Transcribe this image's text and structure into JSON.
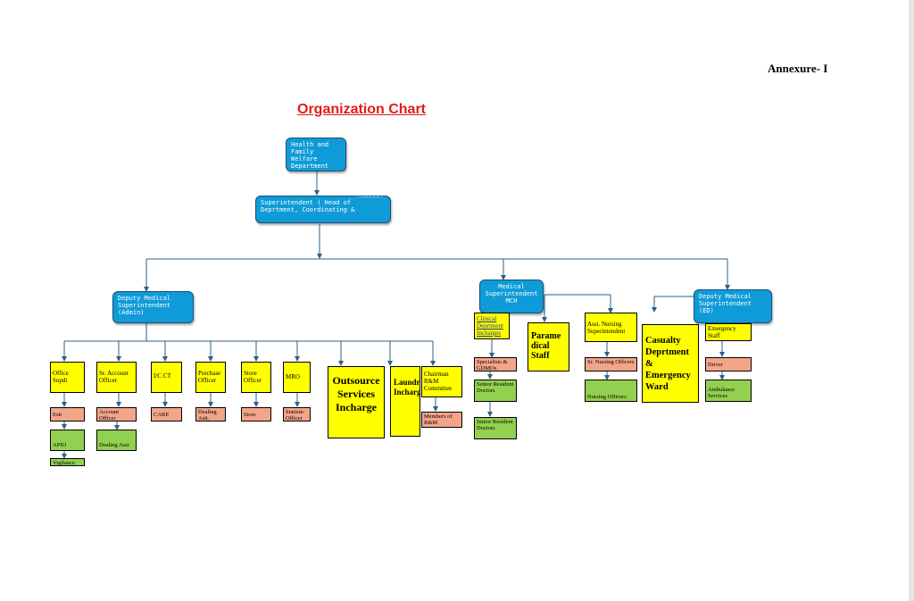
{
  "annexure": "Annexure- I",
  "title": "Organization Chart",
  "colors": {
    "blue_box": "#0f9bd7",
    "yellow_box": "#ffff00",
    "salmon_box": "#f3a58a",
    "green_box": "#92d050",
    "title_red": "#e31b1b",
    "connector": "#2e5f87"
  },
  "nodes": {
    "hfw": "Health and Family Welfare Department",
    "ms": "Medical Superintendent ( Head of Deprtment, Coordinating &",
    "dms_admin": "Deputy Medical Superintendent (Admin)",
    "ms_mch": "Medical Superintendent MCH",
    "dms_ed": "Deputy Medical Superintendent (ED)",
    "office_supdt": "Office Supdt",
    "estt": "Estt",
    "apio": "APIO",
    "vigilance": "Vigilance",
    "sr_account_officer": "Sr. Account Officer",
    "account_officer": "Account Officer",
    "dealing_asst": "Dealing Asst",
    "ic_ct": "I/C CT",
    "care": "CARE",
    "purchase_officer": "Purchase Officer",
    "dealing_astt": "Dealing Astt.",
    "store_officer": "Store Officer",
    "store": "Store",
    "mro": "MRO",
    "statistic_officer": "Statistic Officer",
    "outsource": "Outsource Services Incharge",
    "laundry": "Laundry Incharge",
    "chairman_rm": "Chairman R&M Committee",
    "members_rm": "Members of R&M",
    "clinical_dept": "Clinical Deprtment Incharges",
    "specialists": "Specialists & GDMOs",
    "senior_resident": "Senior Resident Doctors",
    "junior_resident": "Junior Resident Doctors",
    "paramedical": "Parame dical Staff",
    "asst_nursing": "Asst. Nursing Superintendent",
    "sr_nursing": "Sr. Nursing Officers",
    "nursing_officers": "Nursing Officers",
    "casualty": "Casualty Deprtment & Emergency Ward",
    "emergency_staff": "Emergency Staff",
    "driver": "Driver",
    "ambulance": "Ambulance Services"
  }
}
